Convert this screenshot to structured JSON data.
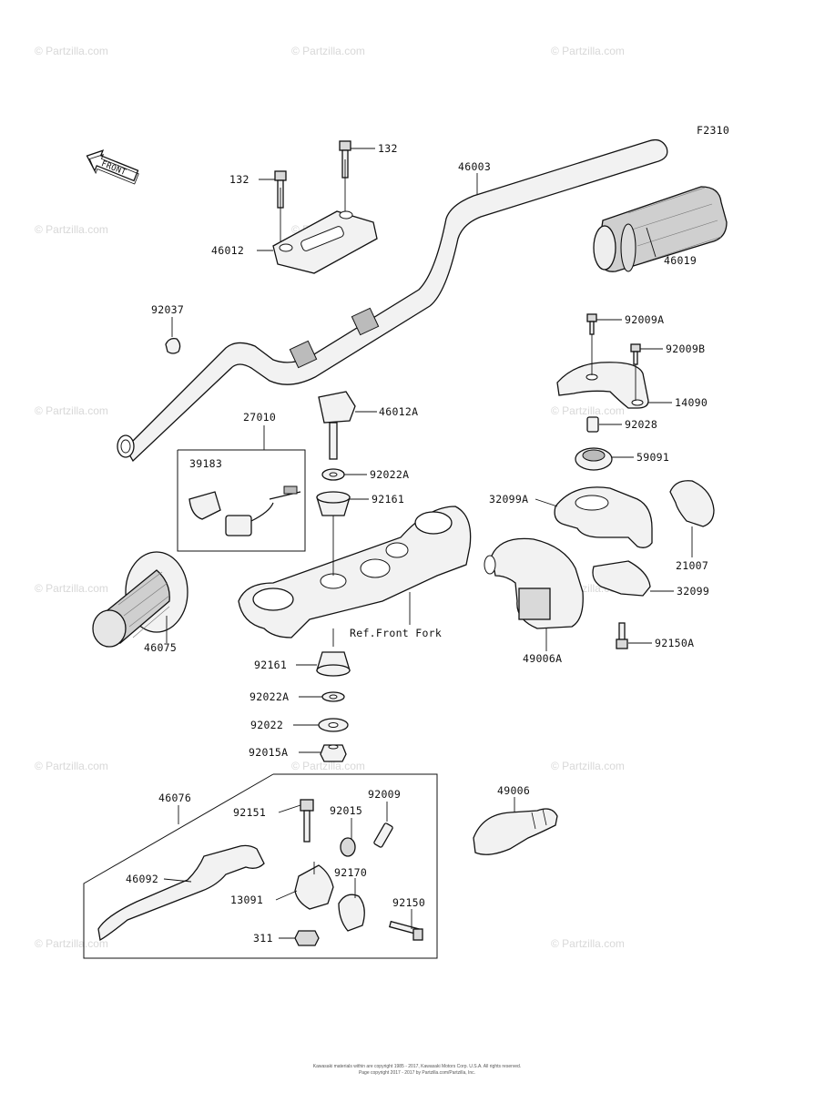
{
  "figure_code": "F2310",
  "front_arrow_label": "FRONT",
  "reference_note": "Ref.Front Fork",
  "watermark": "© Partzilla.com",
  "footer": {
    "line1": "Kawasaki materials within are copyright 1985 - 2017, Kawasaki Motors Corp. U.S.A. All rights reserved.",
    "line2": "Page copyright 2017 - 2017 by Partzilla.com/Partzilla, Inc."
  },
  "part_labels": {
    "p132a": "132",
    "p132b": "132",
    "p46003": "46003",
    "p46012": "46012",
    "p46019": "46019",
    "p92037": "92037",
    "p92009A": "92009A",
    "p92009B": "92009B",
    "p14090": "14090",
    "p92028": "92028",
    "p59091": "59091",
    "p27010": "27010",
    "p39183": "39183",
    "p46012A": "46012A",
    "p92022A_top": "92022A",
    "p92161_top": "92161",
    "p32099A": "32099A",
    "p21007": "21007",
    "p32099": "32099",
    "p46075": "46075",
    "p92161_bot": "92161",
    "p49006A": "49006A",
    "p92150A": "92150A",
    "p92022A_bot": "92022A",
    "p92022": "92022",
    "p92015A": "92015A",
    "p46076": "46076",
    "p92151": "92151",
    "p92015": "92015",
    "p92009": "92009",
    "p49006": "49006",
    "p46092": "46092",
    "p92170": "92170",
    "p13091": "13091",
    "p92150": "92150",
    "p311": "311"
  }
}
